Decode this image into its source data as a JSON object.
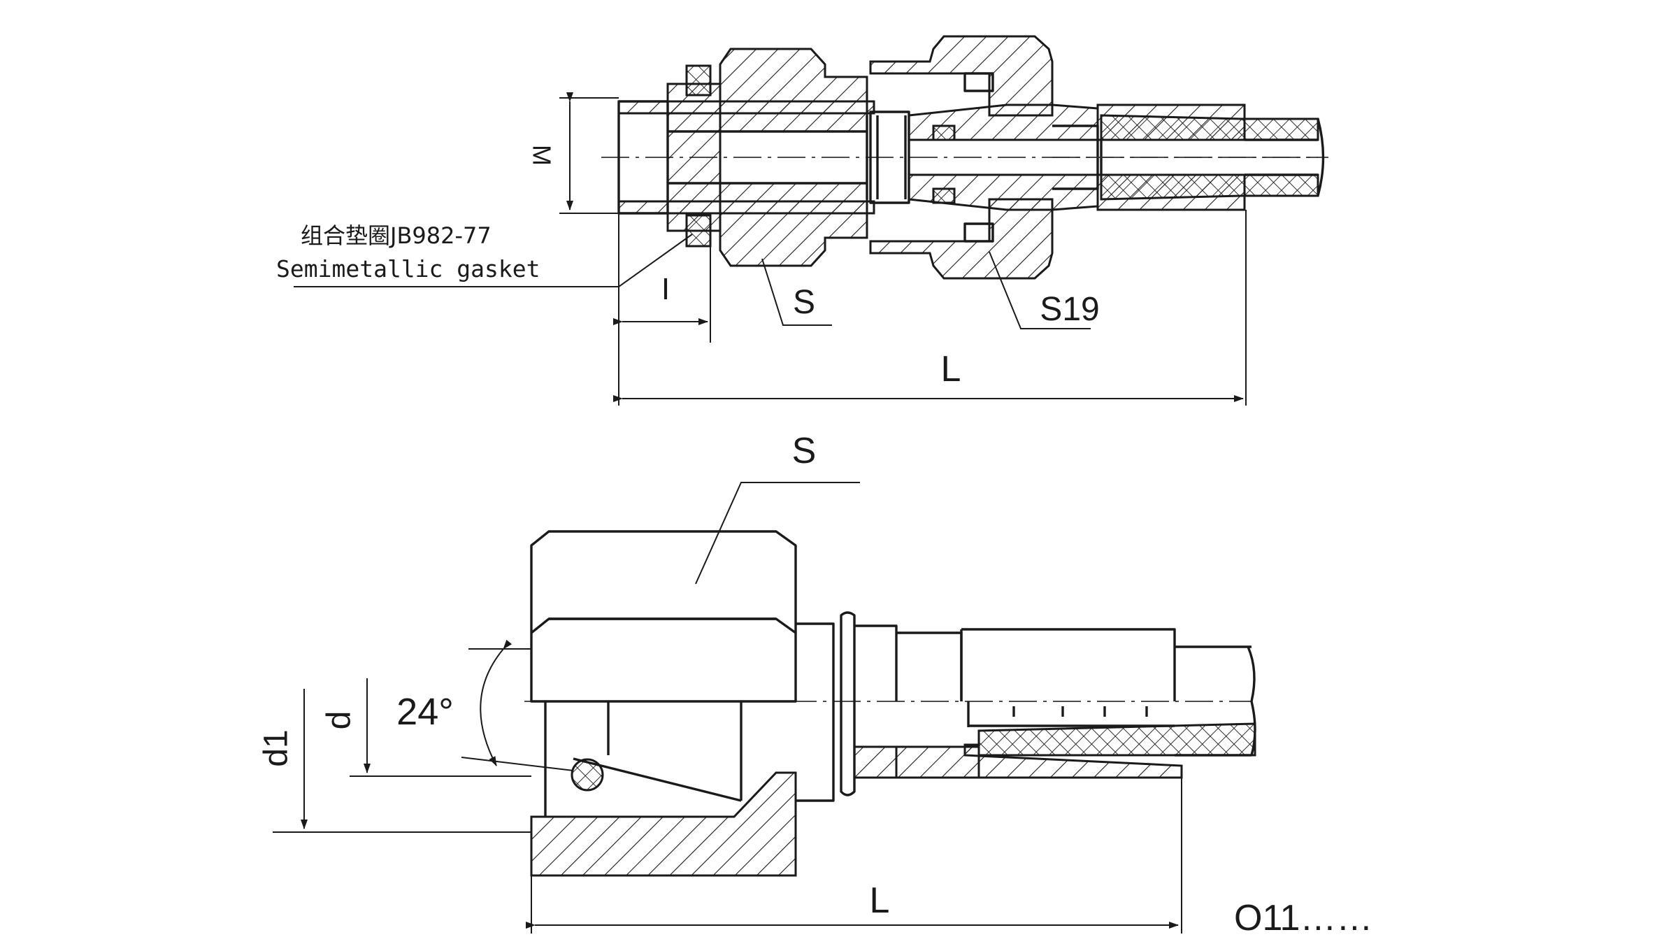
{
  "labels": {
    "m_dim": "M",
    "gasket_cn": "组合垫圈JB982-77",
    "gasket_en": "Semimetallic gasket",
    "l_dim_small": "I",
    "s_top": "S",
    "s19": "S19",
    "l_top": "L",
    "s_bottom": "S",
    "angle": "24°",
    "d1_dim": "d1",
    "d_dim": "d",
    "l_bottom": "L",
    "code": "O11……"
  }
}
